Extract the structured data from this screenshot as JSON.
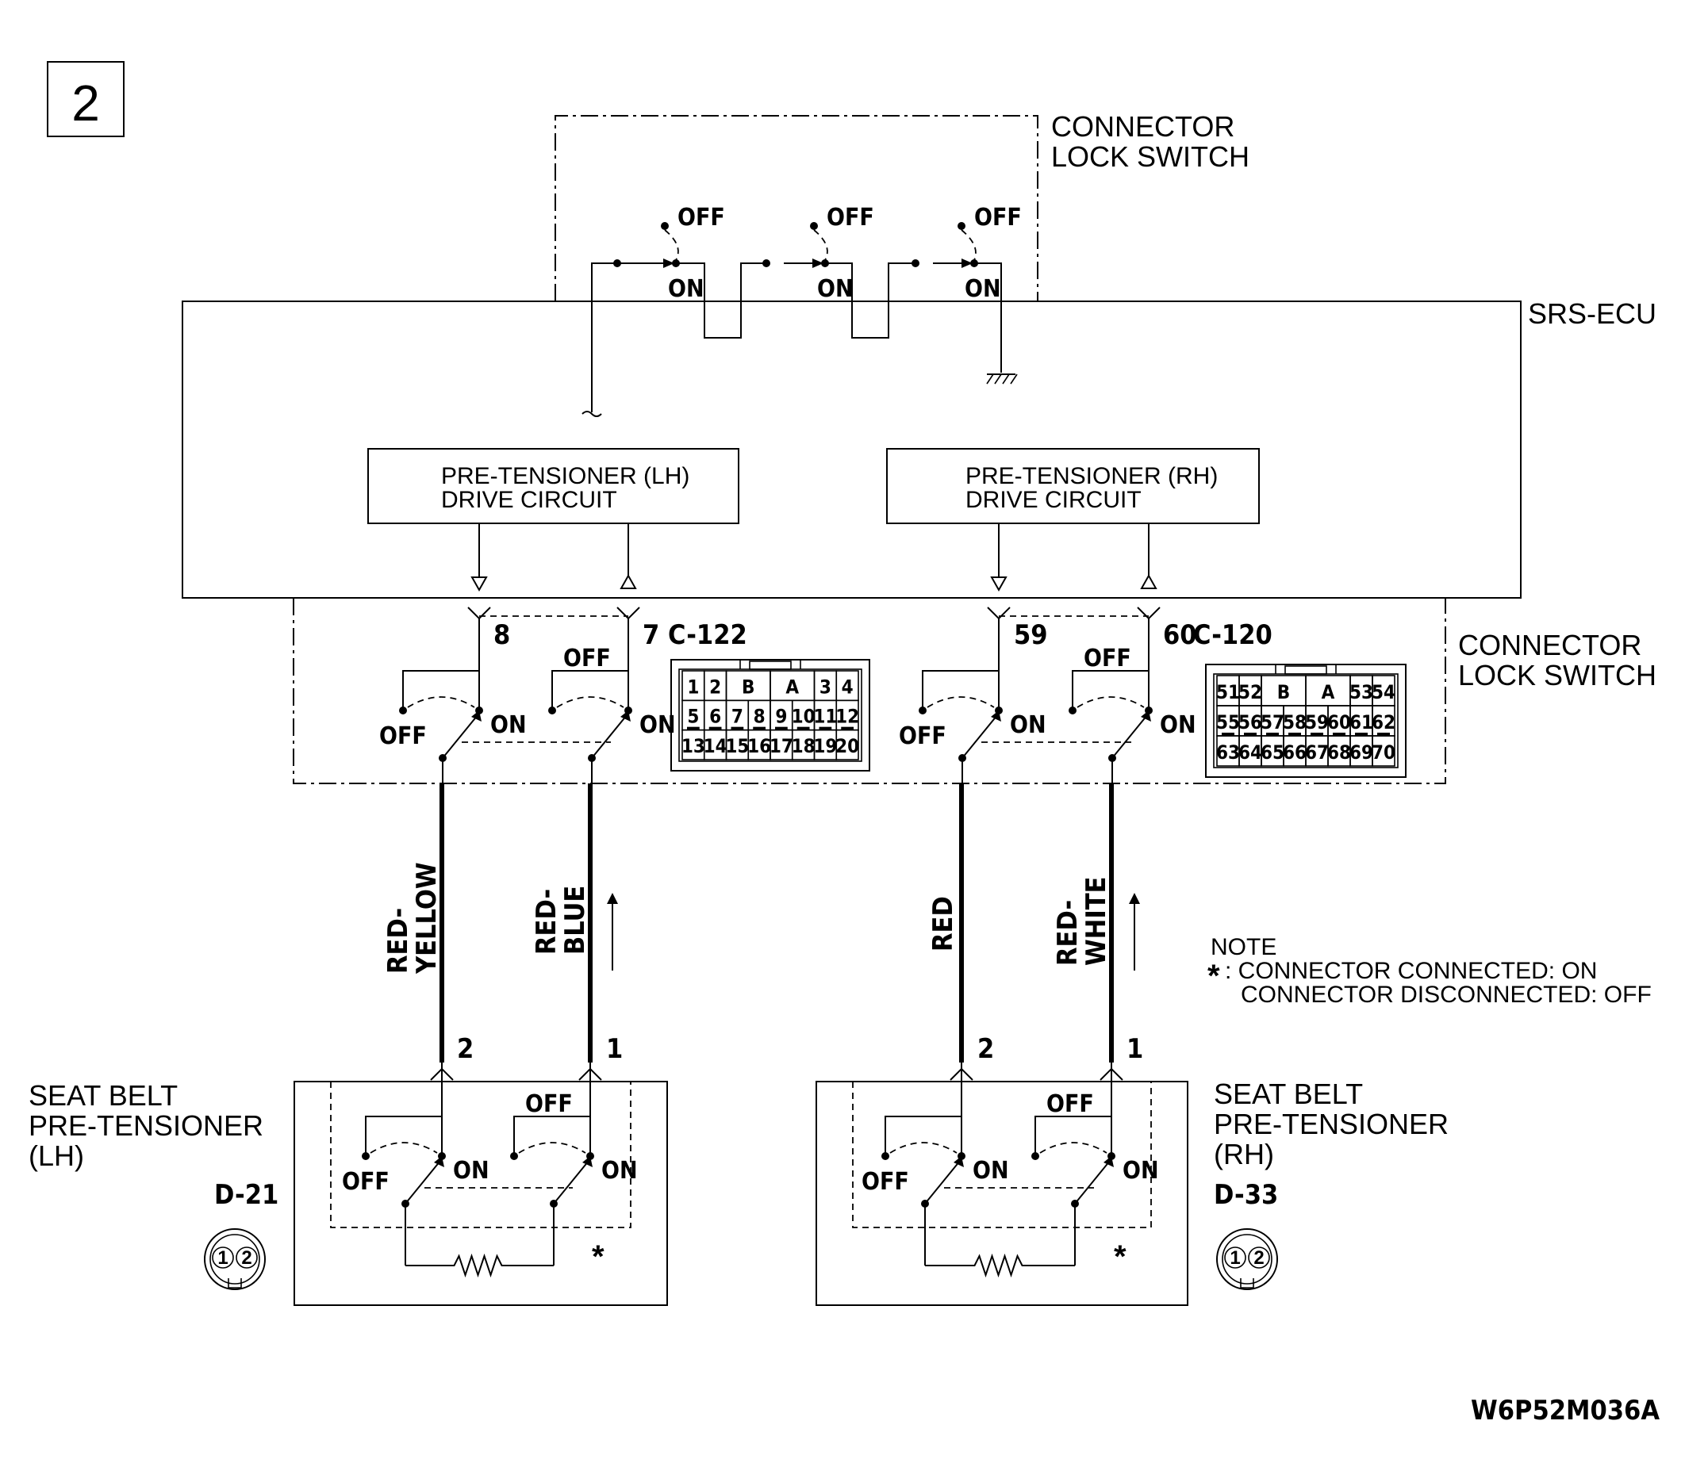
{
  "diagram_number": "2",
  "connector_lock_switch_top": [
    "CONNECTOR",
    "LOCK SWITCH"
  ],
  "connector_lock_switch_mid": [
    "CONNECTOR",
    "LOCK SWITCH"
  ],
  "srs_ecu_label": "SRS-ECU",
  "drive_circuit_lh": [
    "PRE-TENSIONER (LH)",
    "DRIVE CIRCUIT"
  ],
  "drive_circuit_rh": [
    "PRE-TENSIONER (RH)",
    "DRIVE CIRCUIT"
  ],
  "switch_off": "OFF",
  "switch_on": "ON",
  "connector_c122": {
    "name": "C-122",
    "pins": [
      "8",
      "7"
    ]
  },
  "connector_c120": {
    "name": "C-120",
    "pins": [
      "59",
      "60"
    ]
  },
  "c122_grid": {
    "row1": [
      "1",
      "2",
      "B",
      "A",
      "3",
      "4"
    ],
    "row2": [
      "5",
      "6",
      "7",
      "8",
      "9",
      "10",
      "11",
      "12"
    ],
    "row3": [
      "13",
      "14",
      "15",
      "16",
      "17",
      "18",
      "19",
      "20"
    ]
  },
  "c120_grid": {
    "row1": [
      "51",
      "52",
      "B",
      "A",
      "53",
      "54"
    ],
    "row2": [
      "55",
      "56",
      "57",
      "58",
      "59",
      "60",
      "61",
      "62"
    ],
    "row3": [
      "63",
      "64",
      "65",
      "66",
      "67",
      "68",
      "69",
      "70"
    ]
  },
  "wires": [
    {
      "color": [
        "RED-",
        "YELLOW"
      ]
    },
    {
      "color": [
        "RED-",
        "BLUE"
      ]
    },
    {
      "color": [
        "RED"
      ]
    },
    {
      "color": [
        "RED-",
        "WHITE"
      ]
    }
  ],
  "pretensioner_pins": [
    "2",
    "1"
  ],
  "note": {
    "title": "NOTE",
    "star": "*",
    "line1": ": CONNECTOR CONNECTED: ON",
    "line2": "CONNECTOR DISCONNECTED: OFF"
  },
  "pretensioner_lh": {
    "label": [
      "SEAT BELT",
      "PRE-TENSIONER",
      "(LH)"
    ],
    "connector": "D-21",
    "pins": [
      "1",
      "2"
    ]
  },
  "pretensioner_rh": {
    "label": [
      "SEAT BELT",
      "PRE-TENSIONER",
      "(RH)"
    ],
    "connector": "D-33",
    "pins": [
      "1",
      "2"
    ]
  },
  "figure_code": "W6P52M036A"
}
